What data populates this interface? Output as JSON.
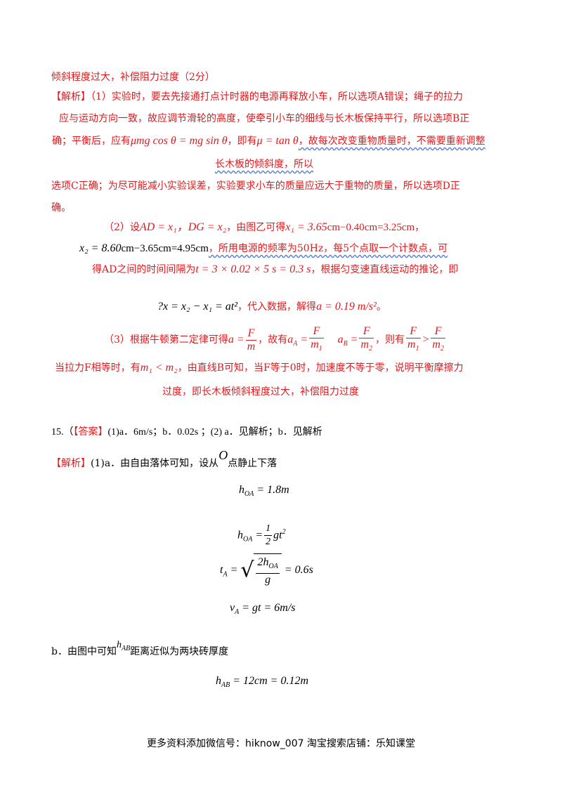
{
  "p1": "倾斜程度过大，补偿阻力过度（2分）",
  "p2_tag": "【解析】",
  "p2": "（1）实验时，要去先接通打点计时器的电源再释放小车，所以选项A错误；绳子的拉力",
  "p3": "应与运动方向一致，故应调节滑轮的高度，使牵引小车的细线与长木板保持平行，所以选项B正",
  "p4a": "确；平衡后，应有",
  "p4_eq1": "μmg cos θ = mg sin θ",
  "p4b": "，即有",
  "p4_eq2": "μ = tan θ",
  "p4c": "，故每次改变重物质量时，不需要重新调整",
  "p5": "长木板的倾斜度，所以",
  "p6": "选项C正确；为尽可能减小实验误差，实验要求小车的质量应远大于重物的质量，所以选项D正",
  "p7": "确。",
  "p8a": "（2）设",
  "p8_eq1": "AD = x₁，DG = x₂",
  "p8b": "，由图乙可得",
  "p8_eq2": "x₁ = 3.65",
  "p8c": "cm−0.40cm=3.25cm",
  "p8d": "，",
  "p9_eq": "x₂ = 8.60",
  "p9a": "cm−3.65cm=4.95cm",
  "p9b": "，所用电源的频率为50Hz，每5个点取一个计数点，可",
  "p10a": "得AD之间的时间间隔为",
  "p10_eq": "t = 3 × 0.02 × 5   s = 0.3   s",
  "p10b": "，根据匀变速直线运动的推论，即",
  "p11_eq": "?x = x₂ − x₁ = at²",
  "p11a": "，代入数据，解得",
  "p11_eq2": "a = 0.19 m/s²",
  "p11b": "。",
  "p12a": "（3）根据牛顿第二定律可得",
  "p12b": "，故有",
  "p12c": "，则有",
  "p13a": "当拉力F相等时，有",
  "p13_eq": "m₁ < m₂",
  "p13b": "，由直线B可知，当F等于0时，加速度不等于零，说明平衡摩擦力",
  "p14": "过度，即长木板倾斜程度过大，补偿阻力过度",
  "q15_num": "15.（",
  "q15_tag": "【答案】",
  "q15": "(1)a．6m/s；b．0.02s ；(2) a．见解析；b．见解析",
  "s1_tag": "【解析】",
  "s1": "(1)a．由自由落体可知，设从",
  "s1_O": "O",
  "s1b": "点静止下落",
  "eq1": "h_OA = 1.8m",
  "eq2": "h_OA = ½ g t²",
  "eq3": "t_A = √(2h_OA / g) = 0.6s",
  "eq4": "v_A = gt = 6m/s",
  "s2": "b．由图中可知",
  "s2_h": "h_AB",
  "s2b": "距离近似为两块砖厚度",
  "eq5": "h_AB = 12cm = 0.12m",
  "footer": "更多资料添加微信号：hiknow_007   淘宝搜索店铺：乐知课堂",
  "colors": {
    "answer_red": "#e0191d",
    "text": "#000000",
    "underline_blue": "#5b7fd6"
  }
}
